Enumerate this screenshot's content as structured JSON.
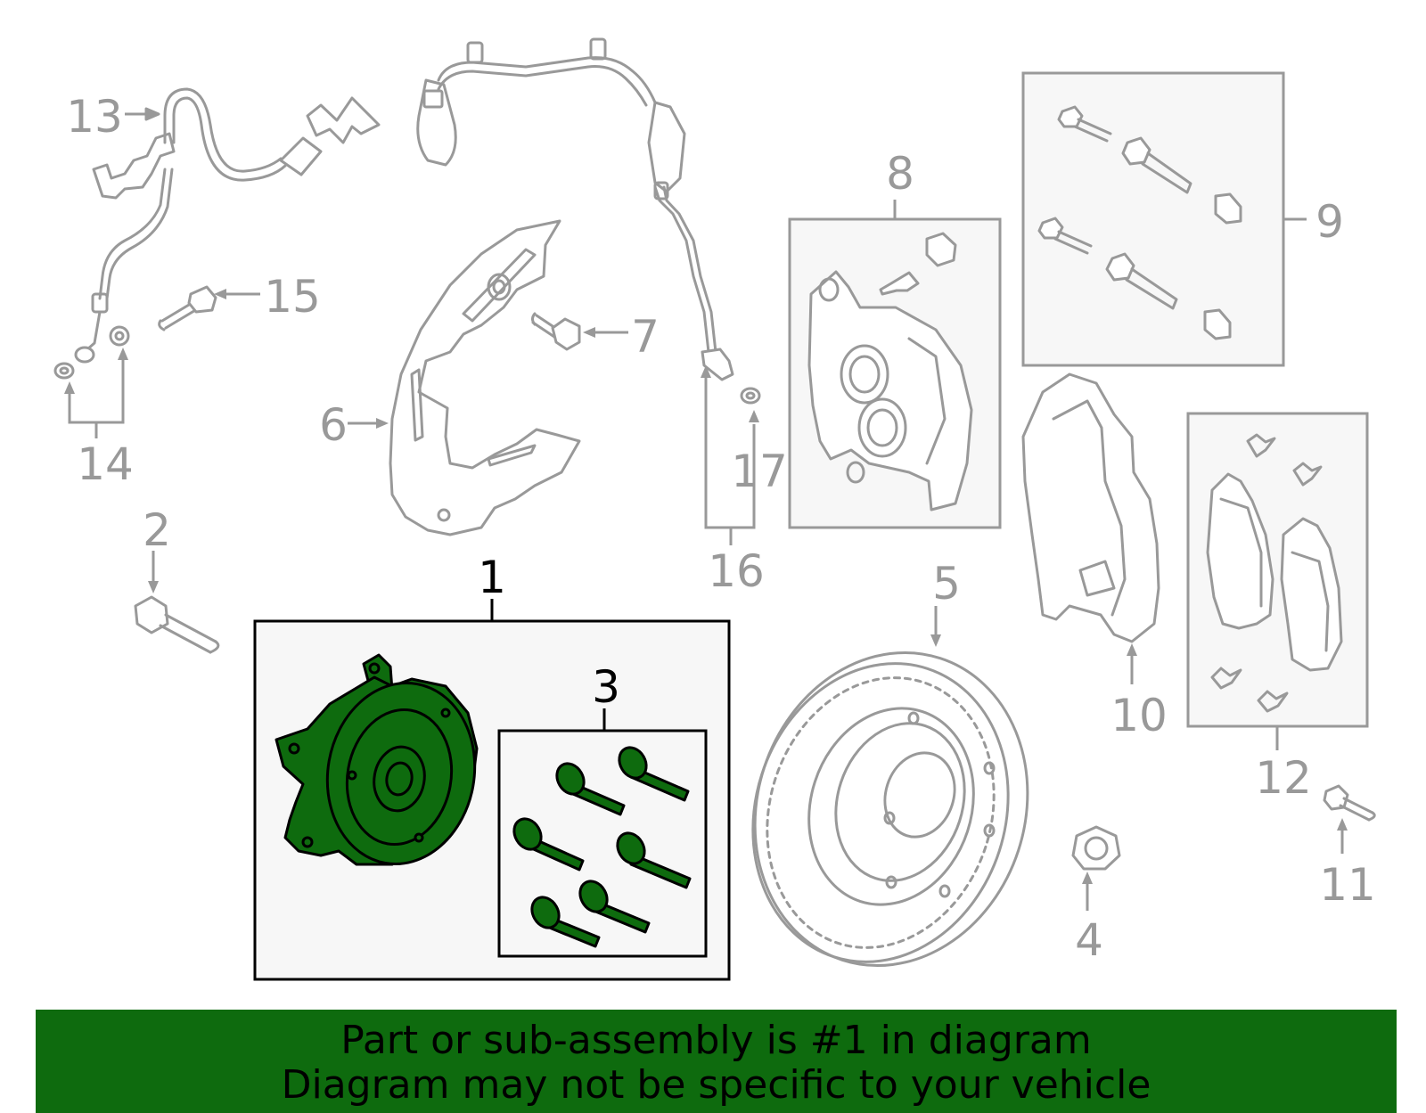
{
  "diagram": {
    "callouts": [
      {
        "id": "1",
        "label": "1",
        "highlighted": true
      },
      {
        "id": "2",
        "label": "2"
      },
      {
        "id": "3",
        "label": "3",
        "highlighted": true
      },
      {
        "id": "4",
        "label": "4"
      },
      {
        "id": "5",
        "label": "5"
      },
      {
        "id": "6",
        "label": "6"
      },
      {
        "id": "7",
        "label": "7"
      },
      {
        "id": "8",
        "label": "8"
      },
      {
        "id": "9",
        "label": "9"
      },
      {
        "id": "10",
        "label": "10"
      },
      {
        "id": "11",
        "label": "11"
      },
      {
        "id": "12",
        "label": "12"
      },
      {
        "id": "13",
        "label": "13"
      },
      {
        "id": "14",
        "label": "14"
      },
      {
        "id": "15",
        "label": "15"
      },
      {
        "id": "16",
        "label": "16"
      },
      {
        "id": "17",
        "label": "17"
      }
    ],
    "colors": {
      "highlight": "#0e6b0e",
      "part_stroke": "#999999",
      "active_stroke": "#000000",
      "box_fill": "#f7f7f7"
    }
  },
  "banner": {
    "line1": "Part or sub-assembly is #1 in diagram",
    "line2": "Diagram may not be specific to your vehicle"
  }
}
